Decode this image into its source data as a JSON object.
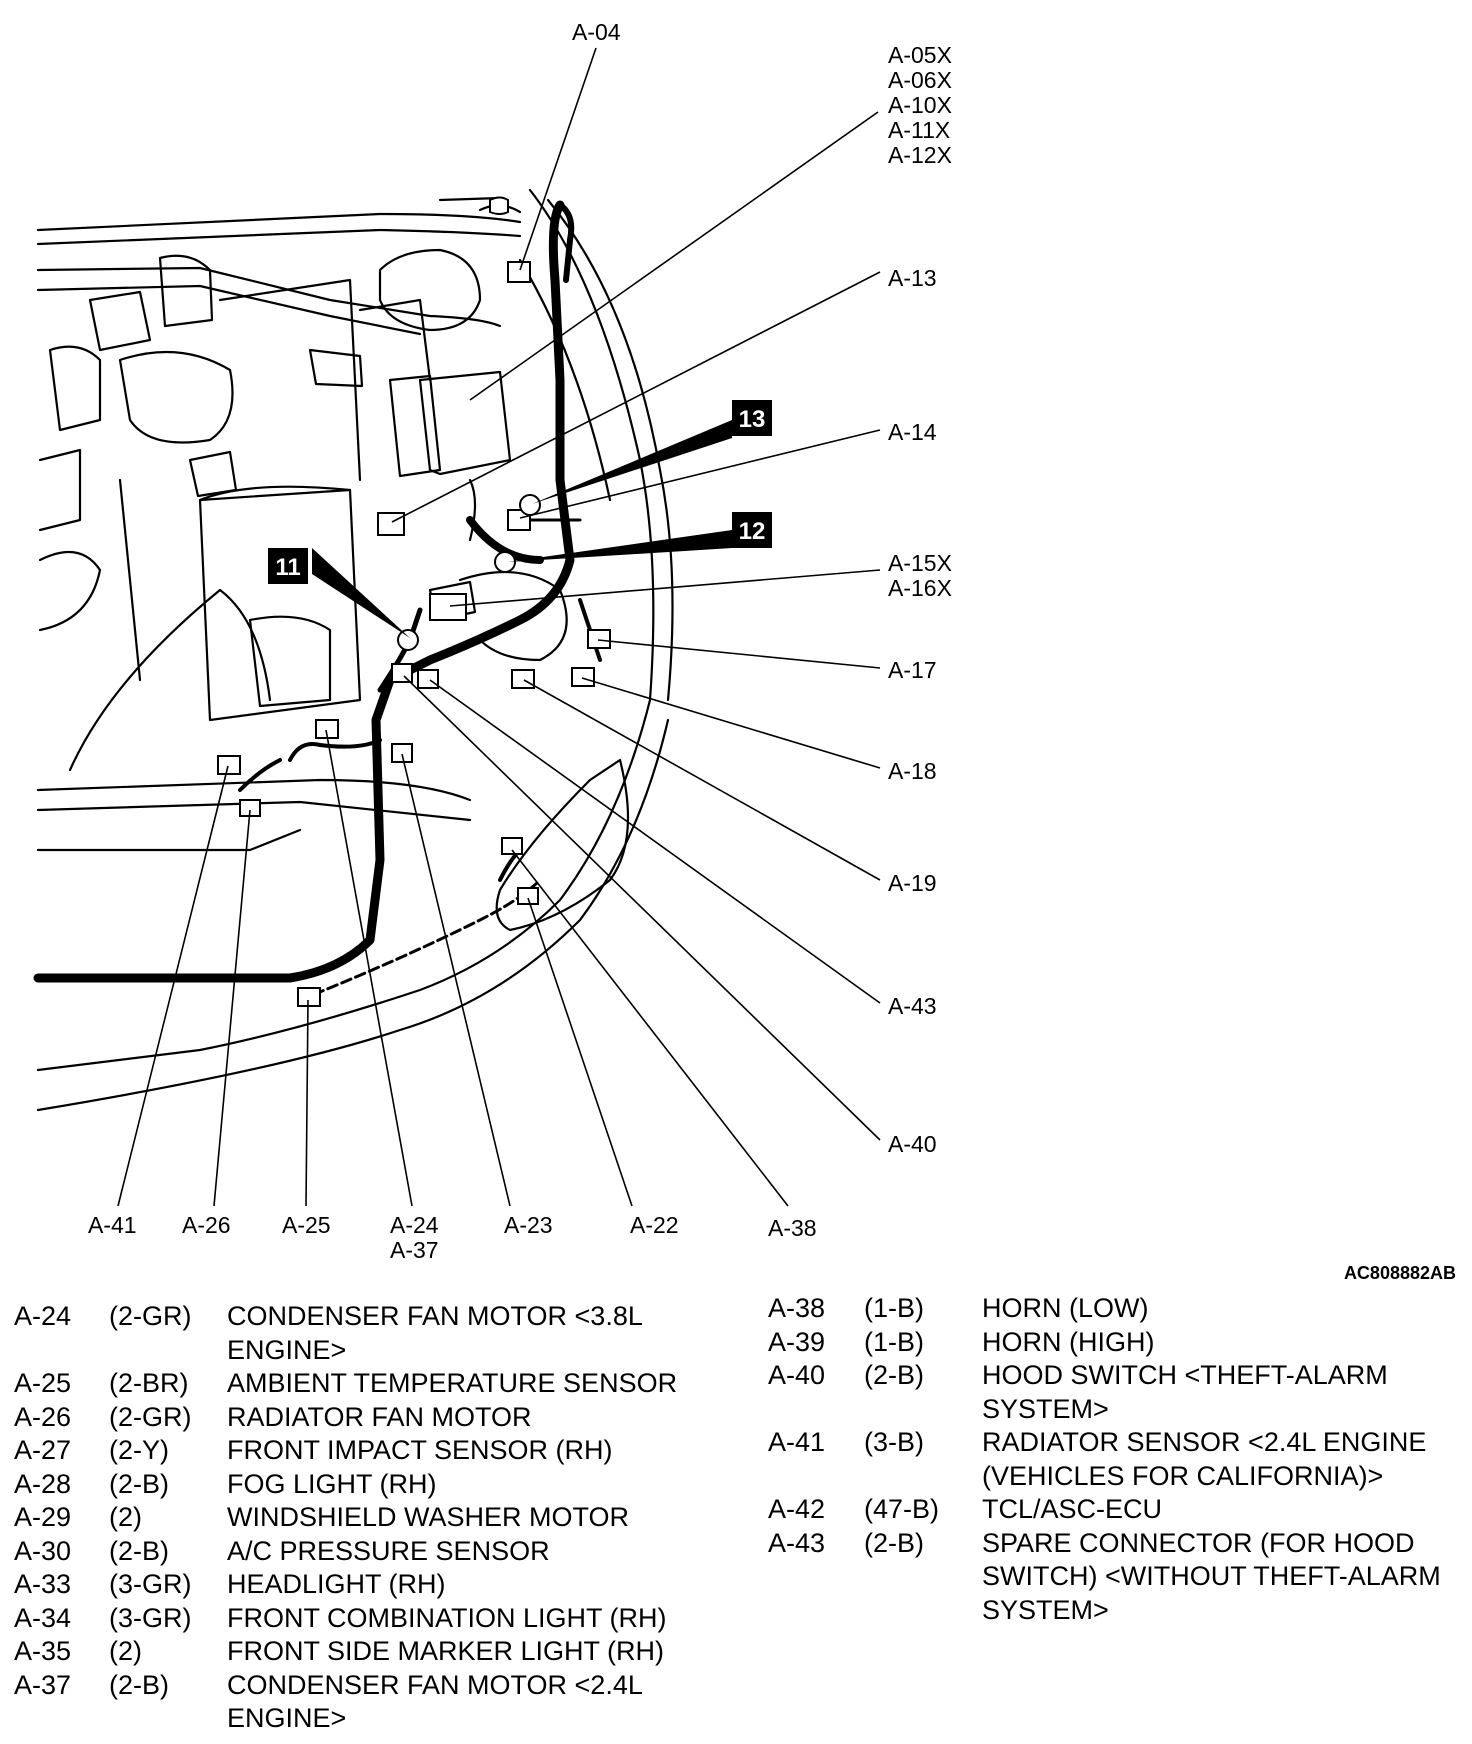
{
  "figure_code": "AC808882AB",
  "callouts_top": [
    {
      "id": "a04",
      "text": "A-04"
    }
  ],
  "callouts_right": [
    {
      "id": "a05x",
      "text": "A-05X"
    },
    {
      "id": "a06x",
      "text": "A-06X"
    },
    {
      "id": "a10x",
      "text": "A-10X"
    },
    {
      "id": "a11x",
      "text": "A-11X"
    },
    {
      "id": "a12x",
      "text": "A-12X"
    },
    {
      "id": "a13",
      "text": "A-13"
    },
    {
      "id": "a14",
      "text": "A-14"
    },
    {
      "id": "a15x",
      "text": "A-15X"
    },
    {
      "id": "a16x",
      "text": "A-16X"
    },
    {
      "id": "a17",
      "text": "A-17"
    },
    {
      "id": "a18",
      "text": "A-18"
    },
    {
      "id": "a19",
      "text": "A-19"
    },
    {
      "id": "a43",
      "text": "A-43"
    },
    {
      "id": "a40",
      "text": "A-40"
    }
  ],
  "callouts_bottom": [
    {
      "id": "a41",
      "text": "A-41"
    },
    {
      "id": "a26",
      "text": "A-26"
    },
    {
      "id": "a25",
      "text": "A-25"
    },
    {
      "id": "a24",
      "text": "A-24"
    },
    {
      "id": "a37",
      "text": "A-37"
    },
    {
      "id": "a23",
      "text": "A-23"
    },
    {
      "id": "a22",
      "text": "A-22"
    },
    {
      "id": "a38",
      "text": "A-38"
    }
  ],
  "badges": [
    {
      "id": "b13",
      "text": "13"
    },
    {
      "id": "b12",
      "text": "12"
    },
    {
      "id": "b11",
      "text": "11"
    }
  ],
  "legend_left": [
    {
      "connector": "A-24",
      "pins": "(2-GR)",
      "description": "CONDENSER FAN MOTOR <3.8L\nENGINE>"
    },
    {
      "connector": "A-25",
      "pins": "(2-BR)",
      "description": "AMBIENT TEMPERATURE SENSOR"
    },
    {
      "connector": "A-26",
      "pins": "(2-GR)",
      "description": "RADIATOR FAN MOTOR"
    },
    {
      "connector": "A-27",
      "pins": "(2-Y)",
      "description": "FRONT IMPACT SENSOR (RH)"
    },
    {
      "connector": "A-28",
      "pins": "(2-B)",
      "description": "FOG LIGHT (RH)"
    },
    {
      "connector": "A-29",
      "pins": "(2)",
      "description": "WINDSHIELD WASHER MOTOR"
    },
    {
      "connector": "A-30",
      "pins": "(2-B)",
      "description": "A/C PRESSURE SENSOR"
    },
    {
      "connector": "A-33",
      "pins": "(3-GR)",
      "description": "HEADLIGHT (RH)"
    },
    {
      "connector": "A-34",
      "pins": "(3-GR)",
      "description": "FRONT COMBINATION LIGHT (RH)"
    },
    {
      "connector": "A-35",
      "pins": "(2)",
      "description": "FRONT SIDE MARKER LIGHT (RH)"
    },
    {
      "connector": "A-37",
      "pins": "(2-B)",
      "description": "CONDENSER FAN MOTOR <2.4L\nENGINE>"
    }
  ],
  "legend_right": [
    {
      "connector": "A-38",
      "pins": "(1-B)",
      "description": "HORN (LOW)"
    },
    {
      "connector": "A-39",
      "pins": "(1-B)",
      "description": "HORN (HIGH)"
    },
    {
      "connector": "A-40",
      "pins": "(2-B)",
      "description": "HOOD SWITCH <THEFT-ALARM\nSYSTEM>"
    },
    {
      "connector": "A-41",
      "pins": "(3-B)",
      "description": "RADIATOR SENSOR <2.4L ENGINE\n(VEHICLES FOR CALIFORNIA)>"
    },
    {
      "connector": "A-42",
      "pins": "(47-B)",
      "description": "TCL/ASC-ECU"
    },
    {
      "connector": "A-43",
      "pins": "(2-B)",
      "description": "SPARE CONNECTOR (FOR HOOD\nSWITCH) <WITHOUT THEFT-ALARM\nSYSTEM>"
    }
  ]
}
